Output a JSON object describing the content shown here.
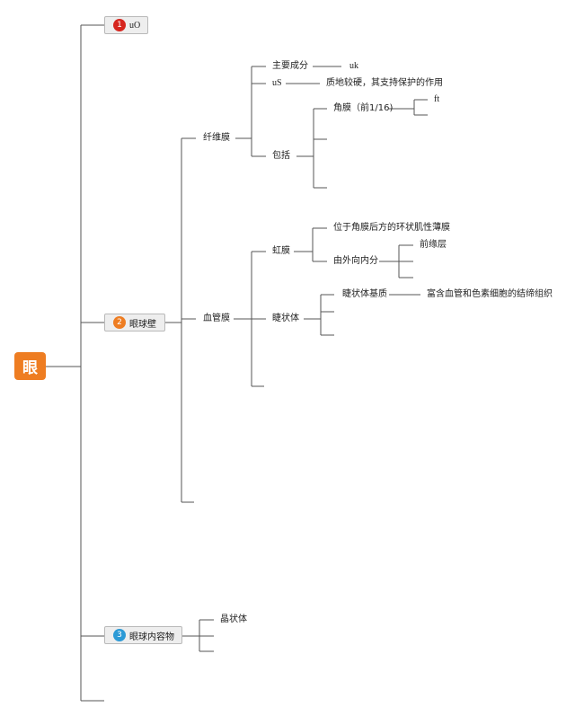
{
  "colors": {
    "root_bg": "#ee7d22",
    "badge_1": "#d6261f",
    "badge_2": "#ee7d22",
    "badge_3": "#2c9ad6",
    "line": "#555555",
    "node_bg": "#eeeeee"
  },
  "root": {
    "label": "眼"
  },
  "branches": [
    {
      "badge": "1",
      "label": "uO"
    },
    {
      "badge": "2",
      "label": "眼球壁"
    },
    {
      "badge": "3",
      "label": "眼球内容物"
    }
  ],
  "wall": {
    "fibrous": {
      "label": "纤维膜",
      "main_component": {
        "label": "主要成分",
        "value": "uk"
      },
      "property": {
        "label": "uS",
        "value": "质地较硬，其支持保护的作用"
      },
      "includes": {
        "label": "包括",
        "cornea": {
          "label": "角膜（前1/16)",
          "child": "ft"
        }
      }
    },
    "vascular": {
      "label": "血管膜",
      "iris": {
        "label": "虹膜",
        "position": "位于角膜后方的环状肌性薄膜",
        "layers": {
          "label": "由外向内分",
          "first": "前缘层"
        }
      },
      "ciliary": {
        "label": "睫状体",
        "stroma": {
          "label": "睫状体基质",
          "value": "富含血管和色素细胞的结缔组织"
        }
      }
    }
  },
  "contents": {
    "lens": "晶状体"
  }
}
